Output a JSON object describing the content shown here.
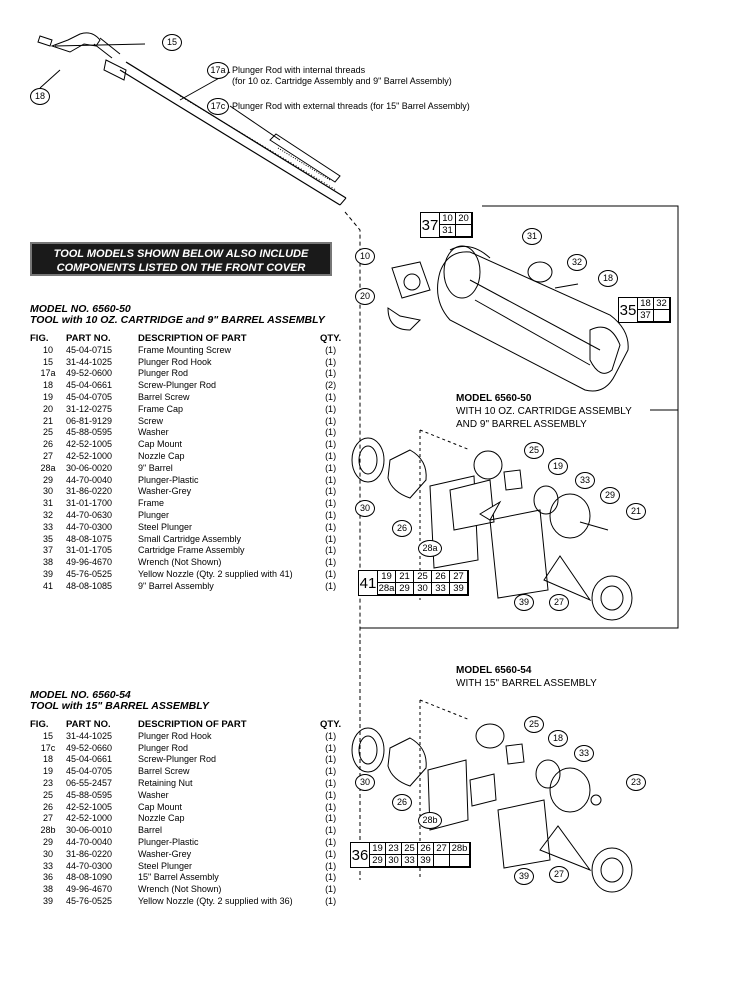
{
  "banner": {
    "line1": "TOOL MODELS SHOWN BELOW ALSO INCLUDE",
    "line2": "COMPONENTS LISTED ON THE FRONT COVER"
  },
  "plunger_notes": {
    "label_17a": "17a",
    "text_17a_line1": "Plunger Rod with internal threads",
    "text_17a_line2": "(for 10 oz. Cartridge Assembly and 9\" Barrel Assembly)",
    "label_17c": "17c",
    "text_17c": "Plunger Rod with external threads (for 15\" Barrel Assembly)",
    "label_15": "15",
    "label_18": "18"
  },
  "columns": {
    "fig": "FIG.",
    "part": "PART NO.",
    "desc": "DESCRIPTION OF PART",
    "qty": "QTY."
  },
  "model_50": {
    "title_line1": "MODEL NO. 6560-50",
    "title_line2": "TOOL with 10 OZ. CARTRIDGE and 9\" BARREL ASSEMBLY",
    "rows": [
      [
        "10",
        "45-04-0715",
        "Frame Mounting Screw",
        "(1)"
      ],
      [
        "15",
        "31-44-1025",
        "Plunger Rod Hook",
        "(1)"
      ],
      [
        "17a",
        "49-52-0600",
        "Plunger Rod",
        "(1)"
      ],
      [
        "18",
        "45-04-0661",
        "Screw-Plunger Rod",
        "(2)"
      ],
      [
        "19",
        "45-04-0705",
        "Barrel Screw",
        "(1)"
      ],
      [
        "20",
        "31-12-0275",
        "Frame Cap",
        "(1)"
      ],
      [
        "21",
        "06-81-9129",
        "Screw",
        "(1)"
      ],
      [
        "25",
        "45-88-0595",
        "Washer",
        "(1)"
      ],
      [
        "26",
        "42-52-1005",
        "Cap Mount",
        "(1)"
      ],
      [
        "27",
        "42-52-1000",
        "Nozzle Cap",
        "(1)"
      ],
      [
        "28a",
        "30-06-0020",
        "9\" Barrel",
        "(1)"
      ],
      [
        "29",
        "44-70-0040",
        "Plunger-Plastic",
        "(1)"
      ],
      [
        "30",
        "31-86-0220",
        "Washer-Grey",
        "(1)"
      ],
      [
        "31",
        "31-01-1700",
        "Frame",
        "(1)"
      ],
      [
        "32",
        "44-70-0630",
        "Plunger",
        "(1)"
      ],
      [
        "33",
        "44-70-0300",
        "Steel Plunger",
        "(1)"
      ],
      [
        "35",
        "48-08-1075",
        "Small Cartridge Assembly",
        "(1)"
      ],
      [
        "37",
        "31-01-1705",
        "Cartridge Frame Assembly",
        "(1)"
      ],
      [
        "38",
        "49-96-4670",
        "Wrench (Not Shown)",
        "(1)"
      ],
      [
        "39",
        "45-76-0525",
        "Yellow Nozzle (Qty. 2 supplied with 41)",
        "(1)"
      ],
      [
        "41",
        "48-08-1085",
        "9\" Barrel Assembly",
        "(1)"
      ]
    ]
  },
  "model_54": {
    "title_line1": "MODEL NO. 6560-54",
    "title_line2": "TOOL with 15\" BARREL ASSEMBLY",
    "rows": [
      [
        "15",
        "31-44-1025",
        "Plunger Rod Hook",
        "(1)"
      ],
      [
        "17c",
        "49-52-0660",
        "Plunger Rod",
        "(1)"
      ],
      [
        "18",
        "45-04-0661",
        "Screw-Plunger Rod",
        "(1)"
      ],
      [
        "19",
        "45-04-0705",
        "Barrel Screw",
        "(1)"
      ],
      [
        "23",
        "06-55-2457",
        "Retaining Nut",
        "(1)"
      ],
      [
        "25",
        "45-88-0595",
        "Washer",
        "(1)"
      ],
      [
        "26",
        "42-52-1005",
        "Cap Mount",
        "(1)"
      ],
      [
        "27",
        "42-52-1000",
        "Nozzle Cap",
        "(1)"
      ],
      [
        "28b",
        "30-06-0010",
        "Barrel",
        "(1)"
      ],
      [
        "29",
        "44-70-0040",
        "Plunger-Plastic",
        "(1)"
      ],
      [
        "30",
        "31-86-0220",
        "Washer-Grey",
        "(1)"
      ],
      [
        "33",
        "44-70-0300",
        "Steel Plunger",
        "(1)"
      ],
      [
        "36",
        "48-08-1090",
        "15\" Barrel Assembly",
        "(1)"
      ],
      [
        "38",
        "49-96-4670",
        "Wrench (Not Shown)",
        "(1)"
      ],
      [
        "39",
        "45-76-0525",
        "Yellow Nozzle (Qty. 2 supplied with 36)",
        "(1)"
      ]
    ]
  },
  "diagram_50": {
    "caption_title": "MODEL 6560-50",
    "caption_line1": "WITH 10 OZ. CARTRIDGE ASSEMBLY",
    "caption_line2": "AND 9\" BARREL ASSEMBLY",
    "box37": {
      "main": "37",
      "cells": [
        "10",
        "20",
        "31",
        ""
      ]
    },
    "box35": {
      "main": "35",
      "cells": [
        "18",
        "32",
        "37",
        ""
      ]
    },
    "box41": {
      "main": "41",
      "cells": [
        "19",
        "21",
        "25",
        "26",
        "27",
        "28a",
        "29",
        "30",
        "33",
        "39"
      ]
    },
    "callouts": [
      "31",
      "10",
      "32",
      "18",
      "20",
      "25",
      "19",
      "33",
      "29",
      "21",
      "30",
      "26",
      "28a",
      "39",
      "27"
    ]
  },
  "diagram_54": {
    "caption_title": "MODEL 6560-54",
    "caption_line1": "WITH 15\" BARREL ASSEMBLY",
    "box36": {
      "main": "36",
      "cells": [
        "19",
        "23",
        "25",
        "26",
        "27",
        "28b",
        "29",
        "30",
        "33",
        "39",
        "",
        ""
      ]
    },
    "callouts": [
      "25",
      "18",
      "33",
      "30",
      "26",
      "23",
      "28b",
      "39",
      "27"
    ]
  }
}
